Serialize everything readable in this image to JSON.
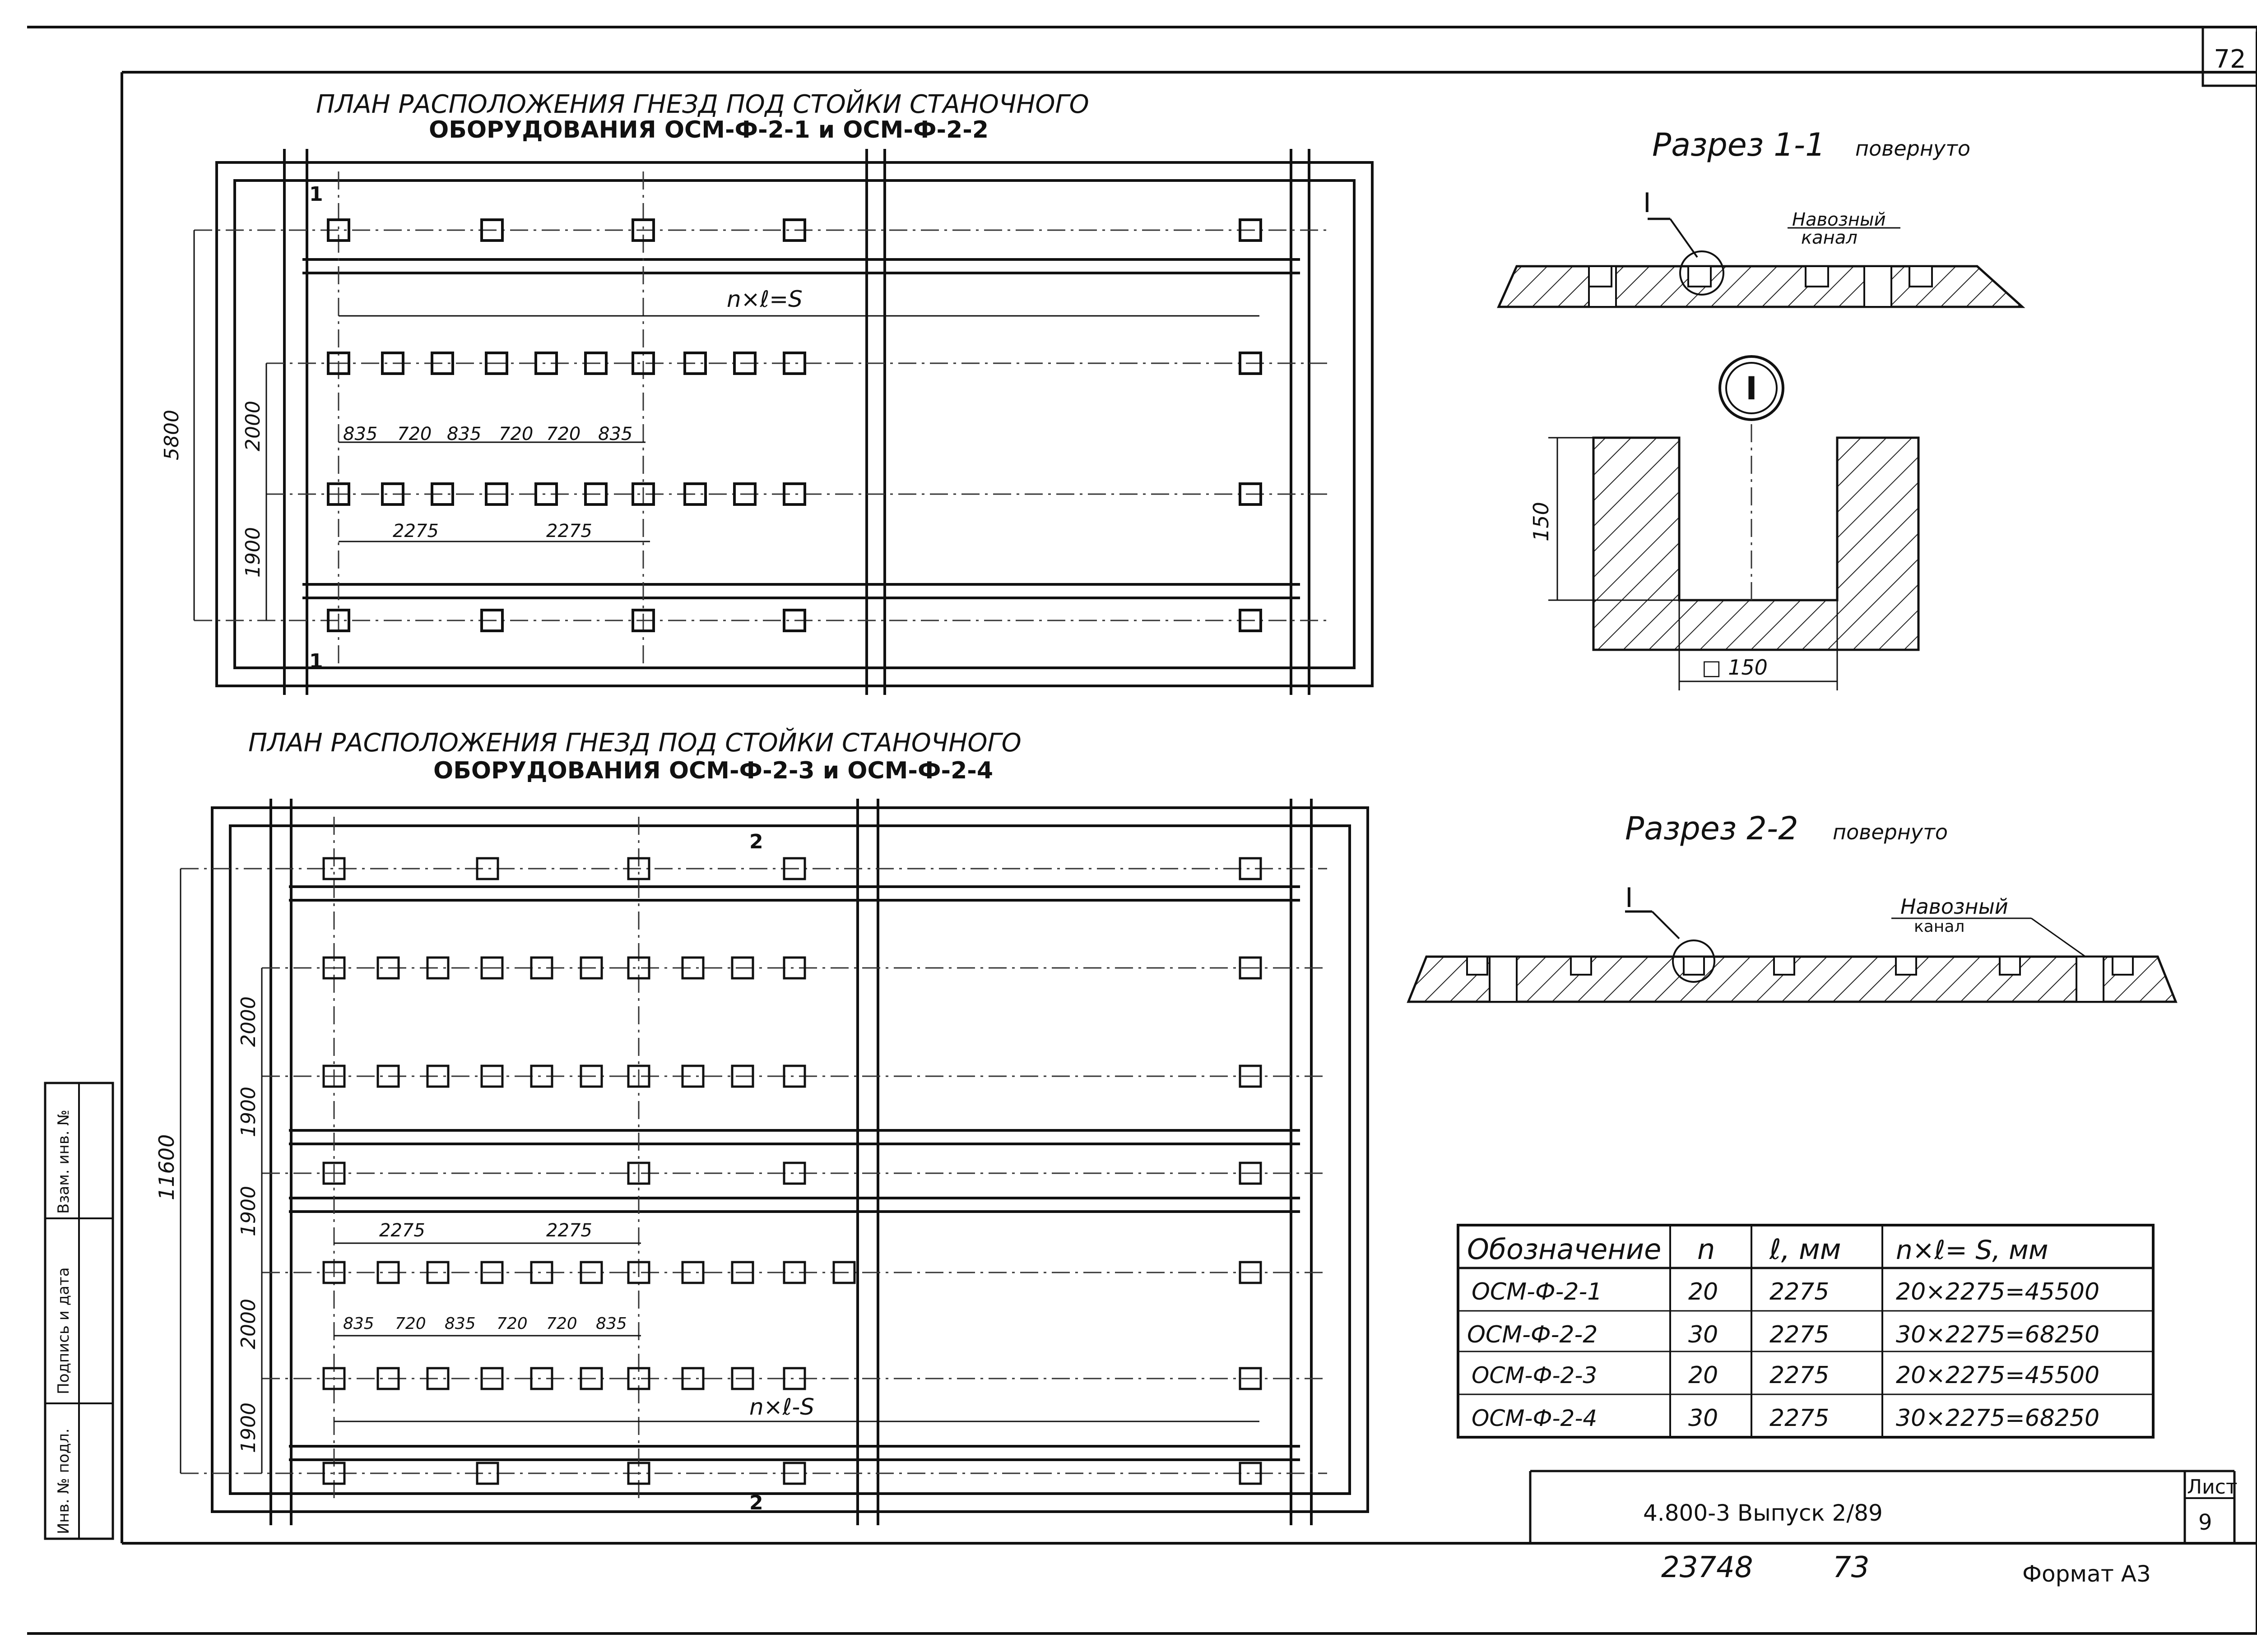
{
  "sheet": {
    "corner_number": "72",
    "plan1_title_line1": "ПЛАН   РАСПОЛОЖЕНИЯ  ГНЕЗД  ПОД  СТОЙКИ  СТАНОЧНОГО",
    "plan1_title_line2": "ОБОРУДОВАНИЯ   ОСМ-Ф-2-1   и   ОСМ-Ф-2-2",
    "plan2_title_line1": "ПЛАН   РАСПОЛОЖЕНИЯ   ГНЕЗД   ПОД   СТОЙКИ   СТАНОЧНОГО",
    "plan2_title_line2": "ОБОРУДОВАНИЯ   ОСМ-Ф-2-3   и   ОСМ-Ф-2-4",
    "section1_title": "Разрез 1-1",
    "section1_note": "повернуто",
    "section2_title": "Разрез 2-2",
    "section2_note": "повернуто",
    "label_I": "I",
    "canal_label_1a": "Навозный",
    "canal_label_1b": "канал",
    "canal_label_2a": "Навозный",
    "canal_label_2b": "канал"
  },
  "plan1": {
    "dim_total": "5800",
    "dim_a": "2000",
    "dim_b": "1900",
    "formula": "n×ℓ=S",
    "spacing": [
      "835",
      "720",
      "835",
      "720",
      "720",
      "835"
    ],
    "pitch": [
      "2275",
      "2275"
    ],
    "cut_mark": "1"
  },
  "plan2": {
    "dim_total": "11600",
    "dim_a": "2000",
    "dim_b": "1900",
    "dim_c": "1900",
    "dim_d": "2000",
    "dim_e": "1900",
    "formula": "n×ℓ-S",
    "spacing": [
      "835",
      "720",
      "835",
      "720",
      "720",
      "835"
    ],
    "pitch": [
      "2275",
      "2275"
    ],
    "cut_mark": "2"
  },
  "detail": {
    "depth": "150",
    "width": "□ 150"
  },
  "table": {
    "headers": [
      "Обозначение",
      "n",
      "ℓ, мм",
      "n×ℓ= S, мм"
    ],
    "rows": [
      [
        "ОСМ-Ф-2-1",
        "20",
        "2275",
        "20×2275=45500"
      ],
      [
        "ОСМ-Ф-2-2",
        "30",
        "2275",
        "30×2275=68250"
      ],
      [
        "ОСМ-Ф-2-3",
        "20",
        "2275",
        "20×2275=45500"
      ],
      [
        "ОСМ-Ф-2-4",
        "30",
        "2275",
        "30×2275=68250"
      ]
    ]
  },
  "title_block": {
    "doc": "4.800-3  Выпуск 2/89",
    "sheet_label": "Лист",
    "sheet_no": "9",
    "inv": "23748",
    "num": "73",
    "format": "Формат А3"
  },
  "side_stamp": {
    "cells": [
      "Инв. № подл.",
      "Подпись и дата",
      "Взам. инв. №"
    ]
  }
}
